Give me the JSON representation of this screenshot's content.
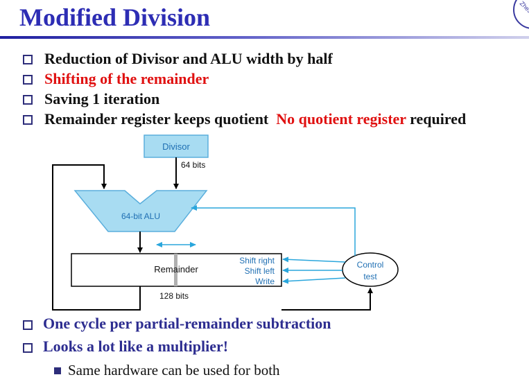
{
  "title": "Modified Division",
  "logo_text": "ZheJi",
  "bullets": [
    {
      "parts": [
        {
          "text": "Reduction of Divisor and ALU width by half",
          "color": "#111111"
        }
      ]
    },
    {
      "parts": [
        {
          "text": "Shifting of the remainder",
          "color": "#e01010"
        }
      ]
    },
    {
      "parts": [
        {
          "text": "Saving 1 iteration",
          "color": "#111111"
        }
      ]
    },
    {
      "parts": [
        {
          "text": "Remainder register keeps quotient  ",
          "color": "#111111"
        },
        {
          "text": "No quotient register",
          "color": "#e01010"
        },
        {
          "text": " required",
          "color": "#111111"
        }
      ]
    }
  ],
  "diagram": {
    "divisor_label": "Divisor",
    "divisor_width": "64 bits",
    "alu_label": "64-bit ALU",
    "remainder_label": "Remainder",
    "remainder_width": "128 bits",
    "shift_right": "Shift right",
    "shift_left": "Shift left",
    "write": "Write",
    "control_line1": "Control",
    "control_line2": "test",
    "colors": {
      "box_fill": "#a8dcf2",
      "box_stroke": "#5aaedc",
      "label": "#1f6fb3",
      "line": "#000000"
    }
  },
  "lower_bullets": [
    "One cycle per partial-remainder subtraction",
    "Looks a lot like a multiplier!"
  ],
  "sub_bullet": "Same hardware can be used for both"
}
